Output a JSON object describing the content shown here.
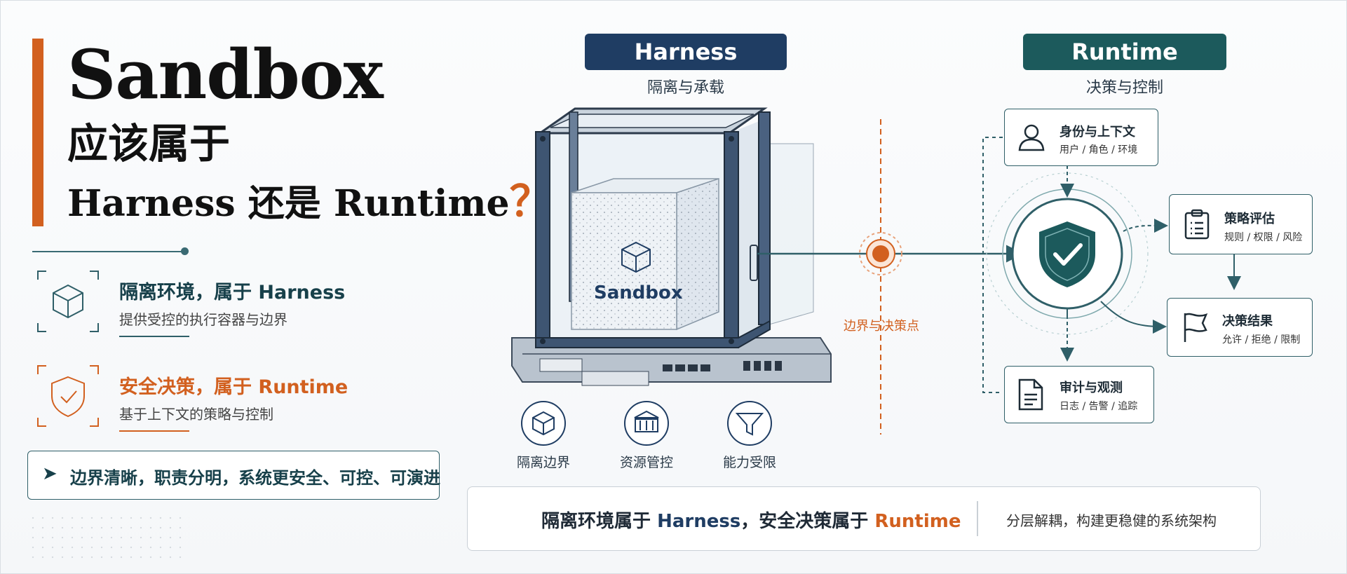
{
  "title": {
    "line1": "Sandbox",
    "line2": "应该属于",
    "line3_text": "Harness 还是 Runtime",
    "line3_mark": "？"
  },
  "features": [
    {
      "title": "隔离环境，属于 Harness",
      "desc": "提供受控的执行容器与边界",
      "icon": "cube-icon",
      "color": "#17404a"
    },
    {
      "title": "安全决策，属于 Runtime",
      "desc": "基于上下文的策略与控制",
      "icon": "shield-check-icon",
      "color": "#d2601f"
    }
  ],
  "summary": {
    "arrow": "➤",
    "text": "边界清晰，职责分明，系统更安全、可控、可演进"
  },
  "harness": {
    "label": "Harness",
    "sub": "隔离与承载",
    "color": "#1f3d63"
  },
  "runtime": {
    "label": "Runtime",
    "sub": "决策与控制",
    "color": "#1c5a5c"
  },
  "sandbox_label": "Sandbox",
  "harness_icons": [
    {
      "label": "隔离边界",
      "icon": "cube-icon"
    },
    {
      "label": "资源管控",
      "icon": "building-icon"
    },
    {
      "label": "能力受限",
      "icon": "filter-icon"
    }
  ],
  "boundary_label": "边界与决策点",
  "runtime_cards": {
    "identity": {
      "title": "身份与上下文",
      "sub": "用户 / 角色 / 环境",
      "icon": "user-icon"
    },
    "policy": {
      "title": "策略评估",
      "sub": "规则 / 权限 / 风险",
      "icon": "clipboard-icon"
    },
    "decision": {
      "title": "决策结果",
      "sub": "允许 / 拒绝 / 限制",
      "icon": "flag-icon"
    },
    "audit": {
      "title": "审计与观测",
      "sub": "日志 / 告警 / 追踪",
      "icon": "document-icon"
    }
  },
  "bottom": {
    "part1": "隔离环境属于 ",
    "harness": "Harness",
    "part2": "，安全决策属于 ",
    "runtime": "Runtime",
    "sub": "分层解耦，构建更稳健的系统架构"
  },
  "colors": {
    "accent": "#d2601f",
    "navy": "#1f3d63",
    "teal": "#1c5a5c"
  }
}
